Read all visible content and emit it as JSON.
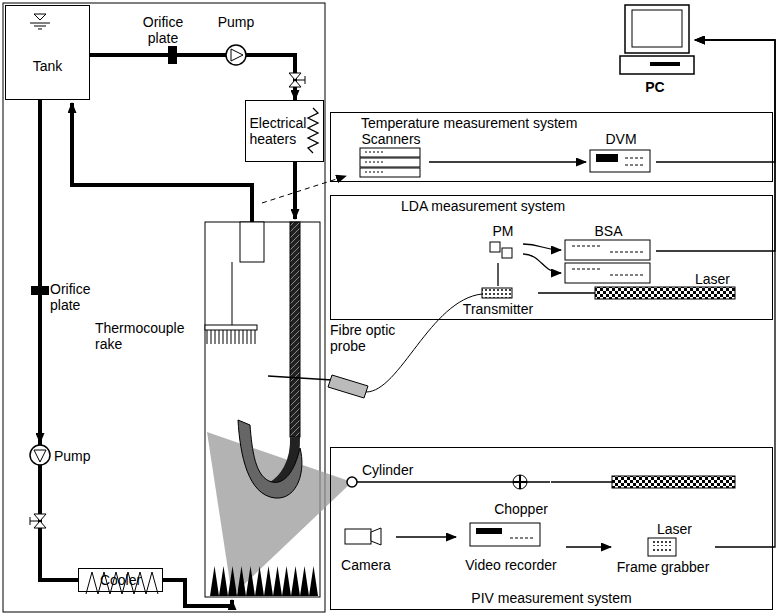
{
  "diagram": {
    "nodes": [
      {
        "text": [
          "Tank"
        ]
      },
      {
        "text": [
          "Pump"
        ]
      },
      {
        "text": [
          "Electrical heaters"
        ]
      },
      {
        "text": [
          "Pump"
        ]
      },
      {
        "text": [
          "Cooler"
        ]
      },
      {
        "text": [
          "PC"
        ]
      },
      {
        "text": [
          "Temperature measurement system"
        ]
      },
      {
        "text": [
          "Scanners"
        ],
        "in": 6
      },
      {
        "text": [
          "DVM"
        ],
        "in": 6
      },
      {
        "text": [
          "LDA measurement system"
        ]
      },
      {
        "text": [
          "PM"
        ],
        "in": 9
      },
      {
        "text": [
          "BSA"
        ],
        "in": 9
      },
      {
        "text": [
          "Transmitter"
        ],
        "in": 9
      },
      {
        "text": [
          "Laser"
        ],
        "in": 9
      },
      {
        "text": [
          "PIV measurement system"
        ]
      },
      {
        "text": [
          "Chopper"
        ],
        "in": 14
      },
      {
        "text": [
          "Laser"
        ],
        "in": 14
      },
      {
        "text": [
          "Camera"
        ],
        "in": 14
      },
      {
        "text": [
          "Video recorder"
        ],
        "in": 14
      },
      {
        "text": [
          "Frame grabber"
        ],
        "in": 14
      }
    ],
    "edges": [
      {
        "from": 0,
        "to": 1,
        "arrow": "none"
      },
      {
        "from": 1,
        "to": 2,
        "arrow": "to"
      },
      {
        "from": 0,
        "to": 3,
        "arrow": "to"
      },
      {
        "from": 3,
        "to": 4,
        "arrow": "none"
      },
      {
        "from": 7,
        "to": 8,
        "arrow": "to"
      },
      {
        "from": 8,
        "to": 5,
        "arrow": "to"
      },
      {
        "from": 11,
        "to": 5,
        "arrow": "to"
      },
      {
        "from": 19,
        "to": 5,
        "arrow": "to"
      },
      {
        "from": 10,
        "to": 11,
        "arrow": "to"
      },
      {
        "from": 10,
        "to": 11,
        "arrow": "to"
      },
      {
        "from": 12,
        "to": 10,
        "arrow": "none"
      },
      {
        "from": 13,
        "to": 12,
        "arrow": "none"
      },
      {
        "from": 16,
        "to": 15,
        "arrow": "none"
      },
      {
        "from": 17,
        "to": 18,
        "arrow": "to"
      },
      {
        "from": 18,
        "to": 19,
        "arrow": "to"
      }
    ],
    "labels": [
      "Orifice plate",
      "Orifice plate",
      "Thermocouple rake",
      "Fibre optic probe",
      "Cylinder"
    ]
  }
}
